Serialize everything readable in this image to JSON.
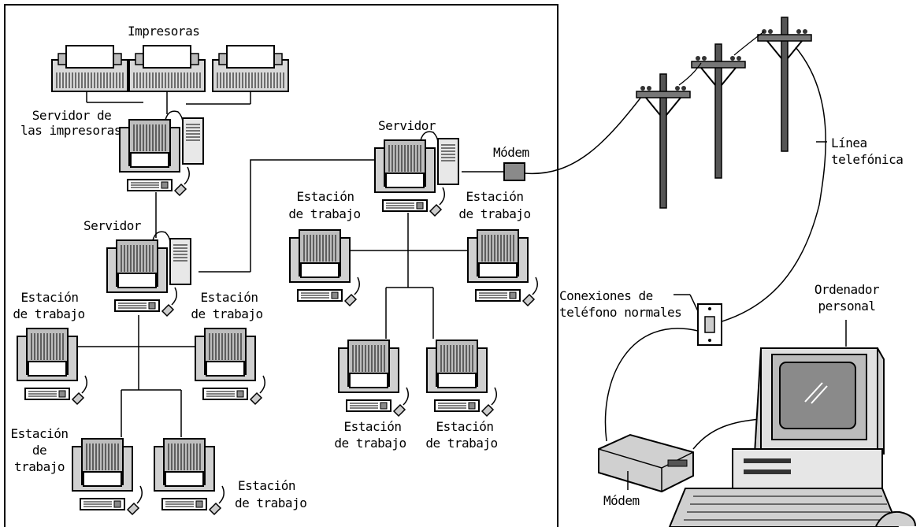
{
  "labels": {
    "impresoras": "Impresoras",
    "servidor_impresoras_1": "Servidor de",
    "servidor_impresoras_2": "las impresoras",
    "servidor_local": "Servidor",
    "servidor_remoto": "Servidor",
    "modem_remoto": "Módem",
    "estacion_1": "Estación",
    "trabajo": "de trabajo",
    "estacion": "Estación",
    "de": "de",
    "trabajo_solo": "trabajo",
    "linea_1": "Línea",
    "linea_2": "telefónica",
    "conexiones_1": "Conexiones de",
    "conexiones_2": "teléfono normales",
    "ordenador_1": "Ordenador",
    "ordenador_2": "personal",
    "modem_personal": "Módem"
  },
  "colors": {
    "line": "#000000",
    "device_fill": "#d8d8d8",
    "device_dark": "#8a8a8a",
    "paper": "#ffffff"
  }
}
